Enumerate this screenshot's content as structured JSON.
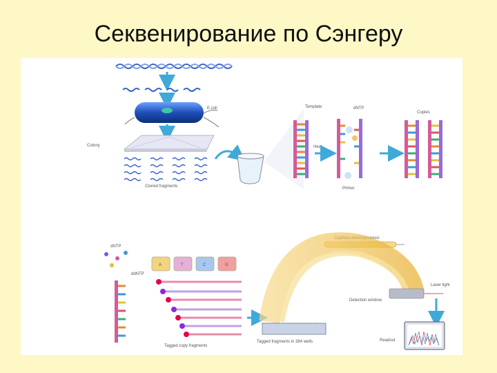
{
  "slide": {
    "title": "Секвенирование по Сэнгеру"
  },
  "figure": {
    "labels": {
      "ecoli": "E.coli",
      "colony": "Colony",
      "cloned_fragments": "Cloned fragments",
      "template": "Template",
      "dntp_top": "dNTP",
      "heat": "Heat",
      "copies": "Copies",
      "primer": "Primer",
      "dntp_bottom": "dNTP",
      "ddntp": "ddNTP",
      "tube_a": "A",
      "tube_t": "T",
      "tube_c": "C",
      "tube_g": "G",
      "capillary": "Capillary electrophoresis",
      "laser": "Laser light",
      "detection": "Detection window",
      "tagged_copy": "Tagged copy fragments",
      "tagged_wells": "Tagged fragments in 384 wells",
      "readout": "Readout"
    },
    "colors": {
      "bg": "#fdf8c6",
      "dna_blue": "#3a63c8",
      "bacterium": "#1e4fb8",
      "arrow": "#3fa9d8",
      "fiber": "#f0c04a"
    }
  }
}
